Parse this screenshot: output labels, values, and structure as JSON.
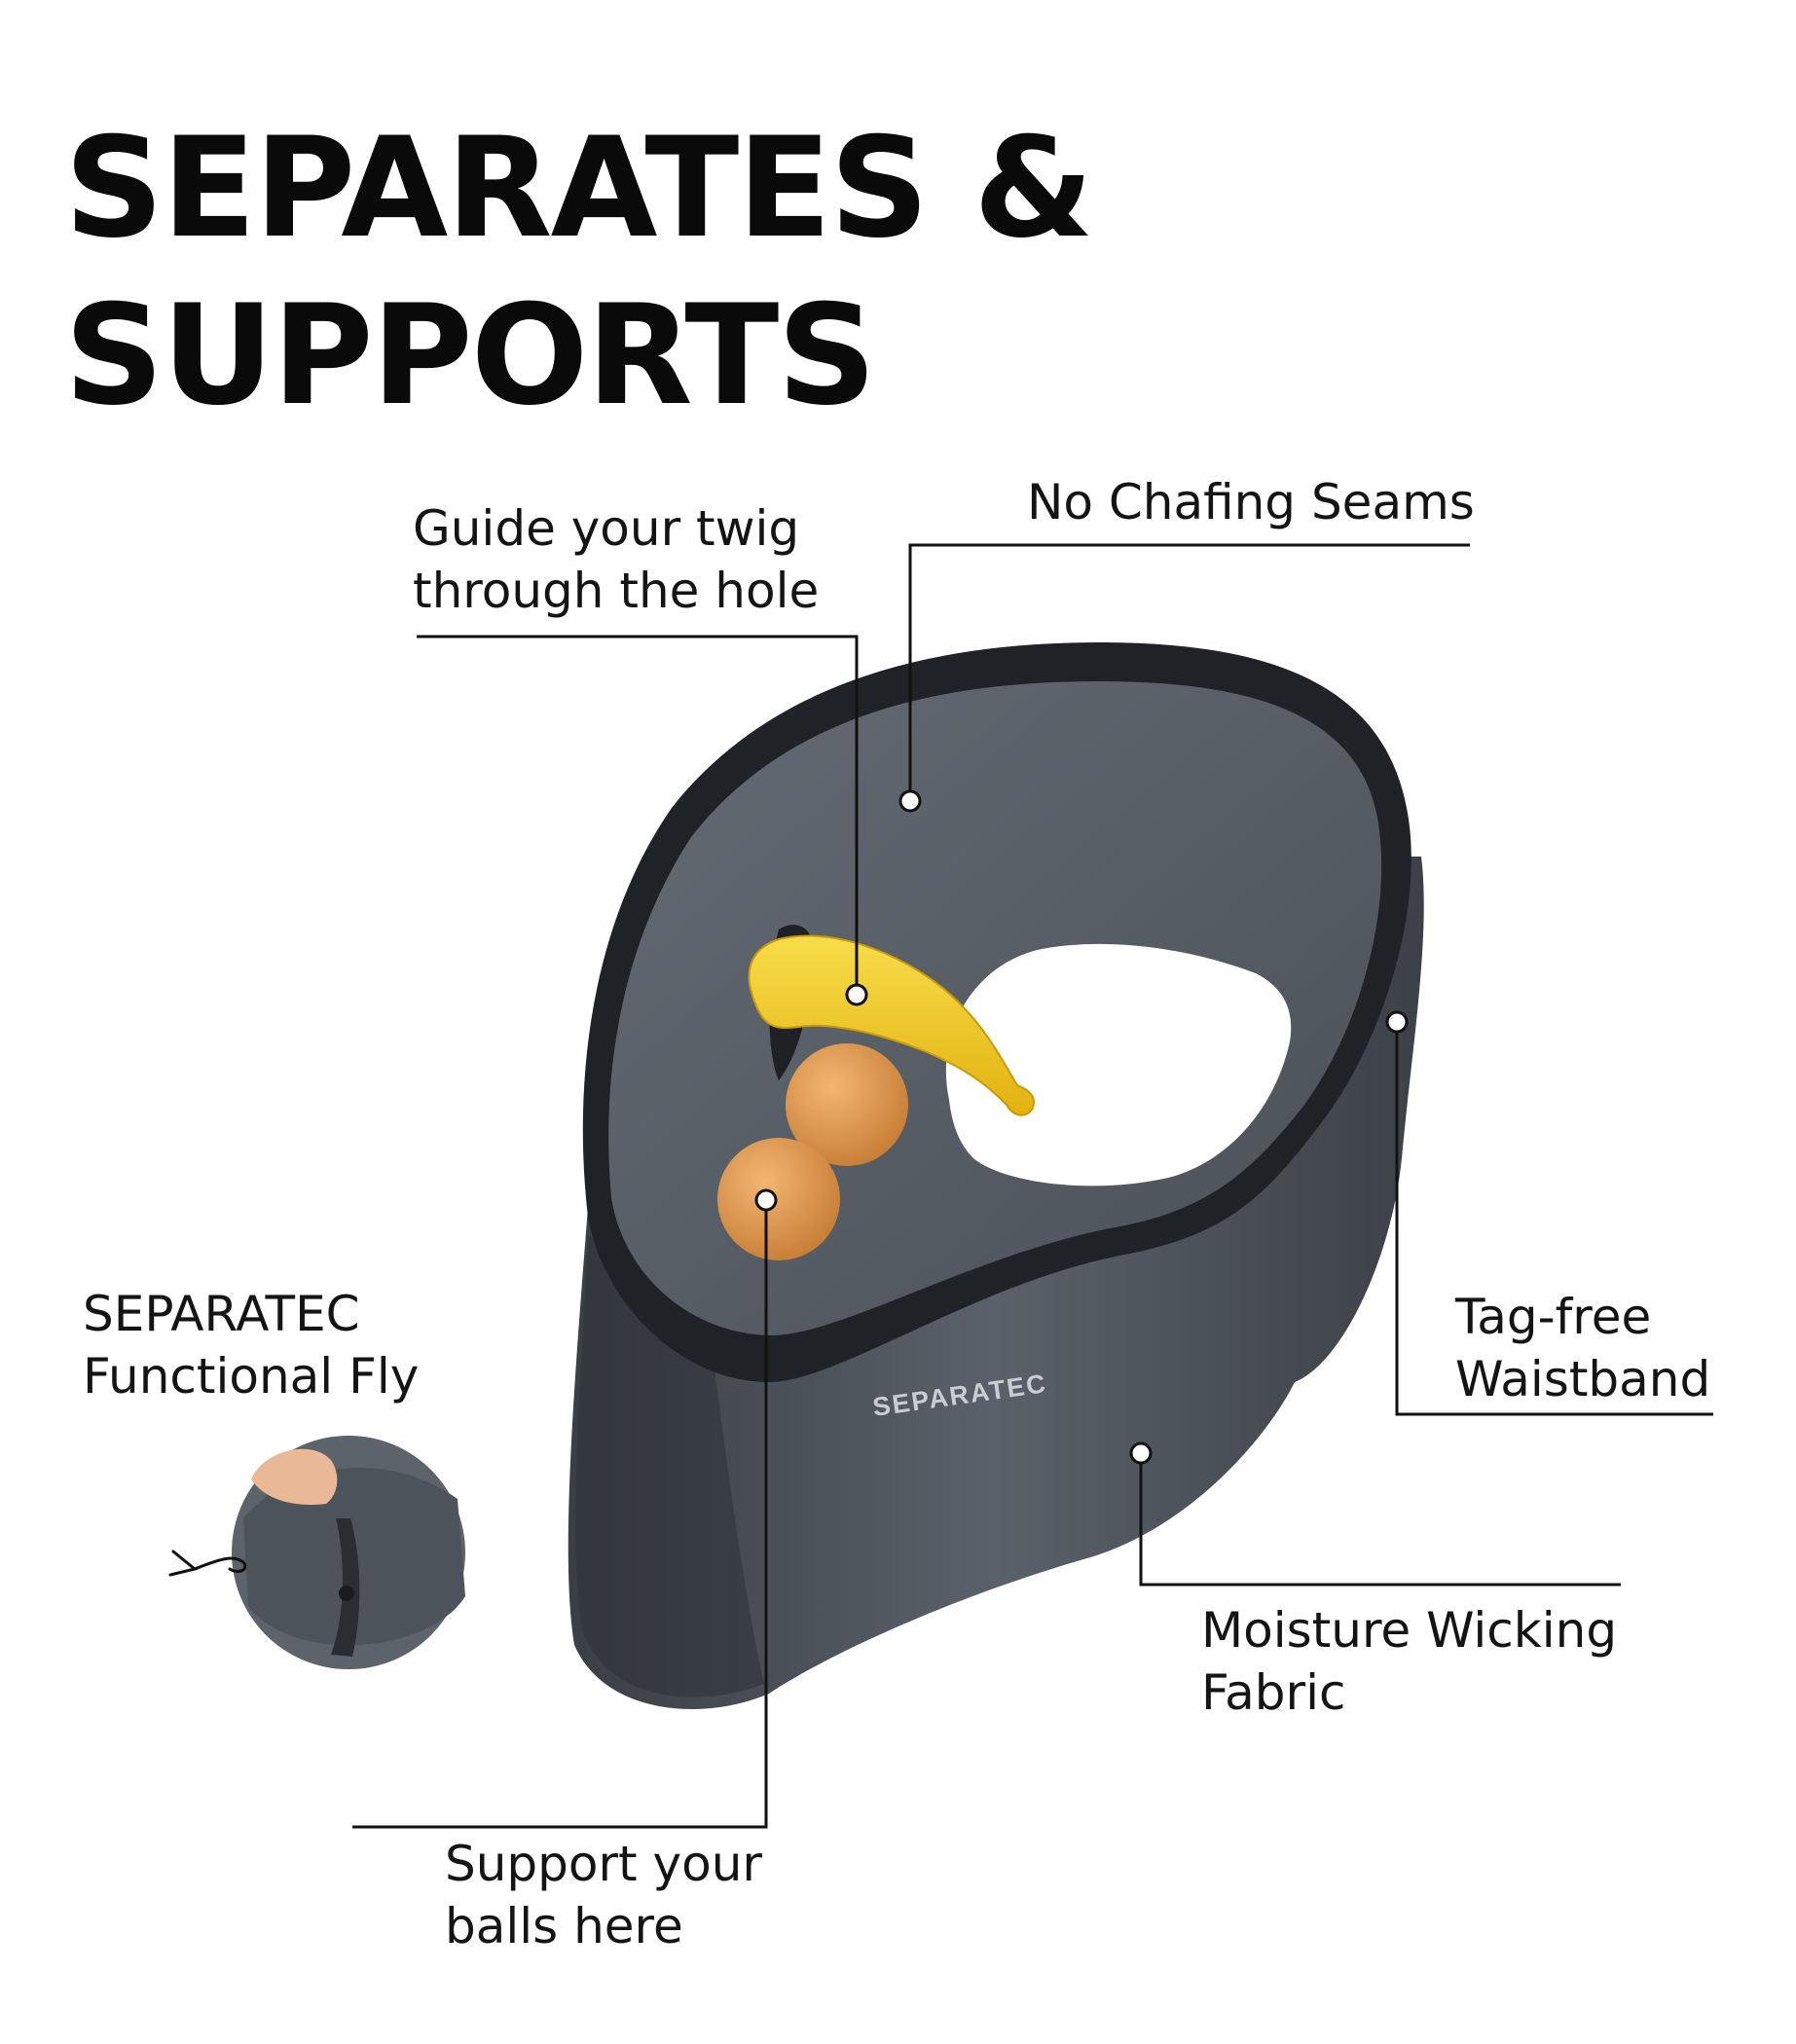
{
  "title": {
    "line1": "SEPARATES &",
    "line2": "SUPPORTS"
  },
  "brand_print": "SEPARATEC",
  "callouts": {
    "guide": {
      "line1": "Guide your twig",
      "line2": "through the hole"
    },
    "seams": {
      "line1": "No Chafing Seams"
    },
    "fly": {
      "line1": "SEPARATEC",
      "line2": "Functional Fly"
    },
    "tag": {
      "line1": "Tag-free",
      "line2": "Waistband"
    },
    "fabric": {
      "line1": "Moisture Wicking",
      "line2": "Fabric"
    },
    "support": {
      "line1": "Support your",
      "line2": "balls here"
    }
  },
  "colors": {
    "fabric": "#50565e",
    "fabric_dark": "#2c3035",
    "waistband": "#1f2226",
    "banana": "#f1cb1c",
    "ball": "#e0994f",
    "leader": "#111111"
  }
}
